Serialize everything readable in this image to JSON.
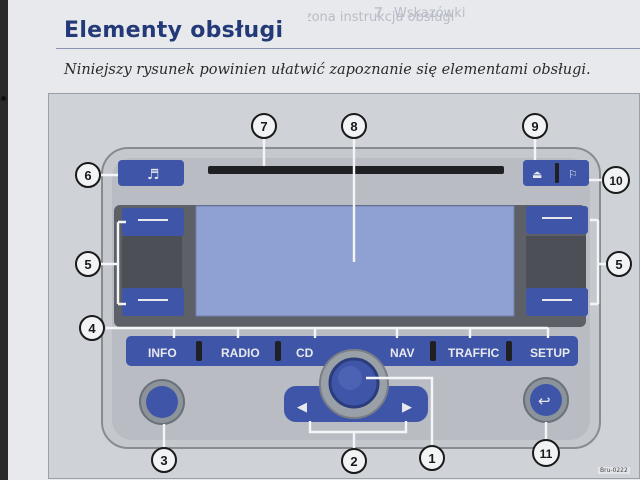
{
  "header": {
    "title": "Elementy obsługi",
    "subtitle": "Niniejszy rysunek powinien ułatwić zapoznanie się elementami obsługi."
  },
  "bleed_through": [
    {
      "num": "7",
      "text": "Wskazówki"
    },
    {
      "num": "",
      "text": "Dołączona instrukcja obsługi"
    }
  ],
  "figure": {
    "code": "Bru-0222",
    "buttons": {
      "info": "INFO",
      "radio": "RADIO",
      "cd": "CD",
      "nav": "NAV",
      "traffic": "TRAFFIC",
      "setup": "SETUP"
    },
    "callouts": [
      "1",
      "2",
      "3",
      "4",
      "5",
      "5",
      "6",
      "7",
      "8",
      "9",
      "10",
      "11"
    ],
    "colors": {
      "title_blue": "#243a78",
      "button_blue": "#3f55a7",
      "screen_blue": "#8fa1d2",
      "panel_gray": "#5d6066"
    }
  }
}
